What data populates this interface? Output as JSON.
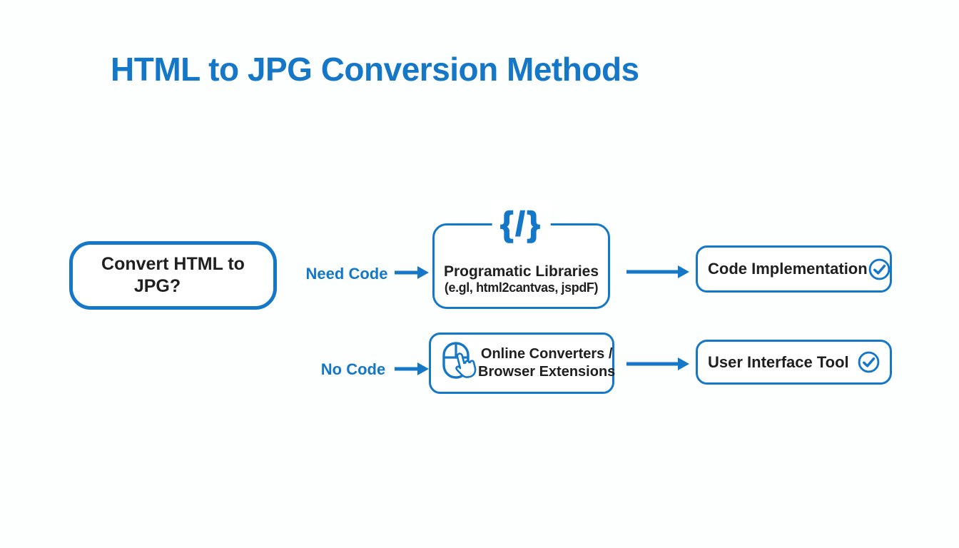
{
  "palette": {
    "accent_blue": "#1577c8",
    "text_dark": "#1f1f1f",
    "background": "#fdfefe"
  },
  "title": "HTML to JPG Conversion Methods",
  "flowchart": {
    "root_question": {
      "line1": "Convert HTML to",
      "line2": "JPG?"
    },
    "branch_need_code": {
      "condition_label": "Need Code",
      "method": {
        "icon_name": "code-brackets-icon",
        "icon_glyph": "{/}",
        "line1": "Programatic Libraries",
        "line2": "(e.gl, html2cantvas, jspdF)"
      },
      "result": {
        "label": "Code Implementation",
        "icon_name": "check-circle-icon"
      }
    },
    "branch_no_code": {
      "condition_label": "No Code",
      "method": {
        "icon_name": "mouse-click-icon",
        "line1": "Online Converters /",
        "line2": "Browser Extensions"
      },
      "result": {
        "label": "User Interface Tool",
        "icon_name": "check-circle-icon"
      }
    }
  }
}
